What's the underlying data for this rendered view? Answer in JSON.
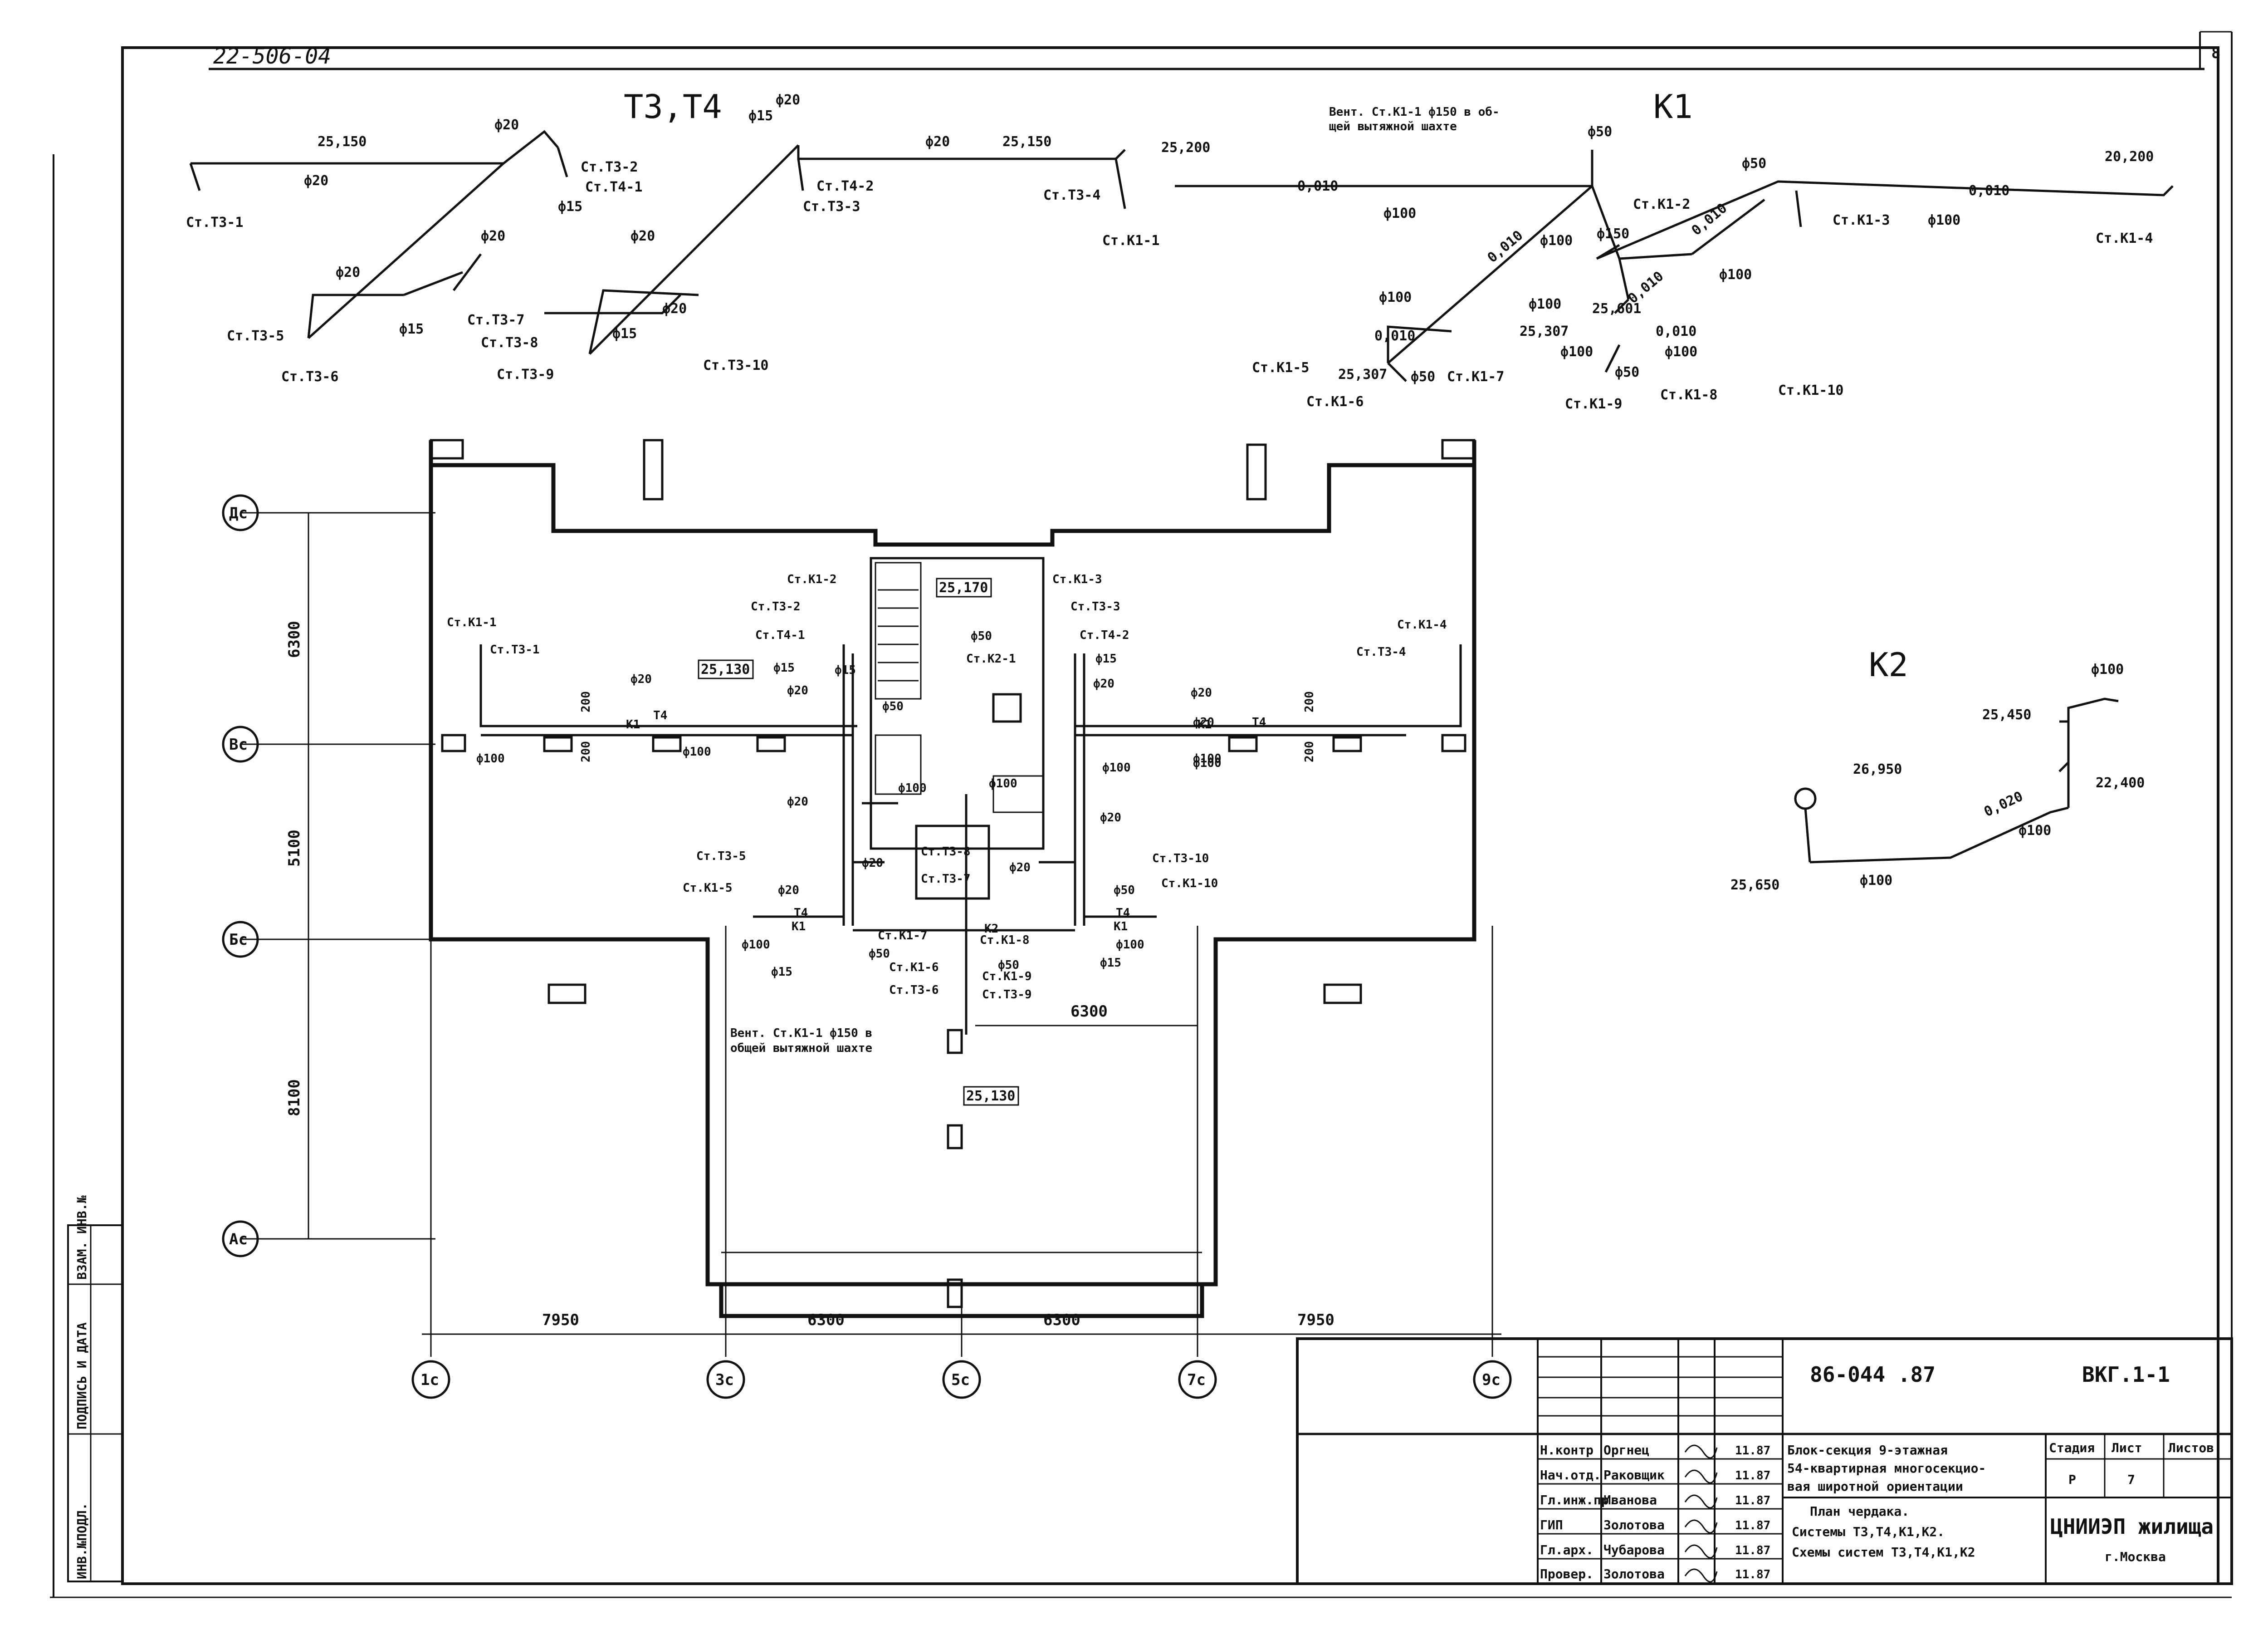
{
  "sheet": {
    "doc_code": "22-506-04",
    "sheet_no": "8",
    "side_stamp": [
      "ИНВ.№ПОДЛ.",
      "ПОДПИСЬ И ДАТА",
      "ВЗАМ. ИНВ.№"
    ]
  },
  "schemes": {
    "t3t4_title": "Т3,Т4",
    "k1_title": "К1",
    "k2_title": "К2",
    "t3t4_labels": [
      "25,150",
      "ф20",
      "Ст.Т3-1",
      "ф20",
      "Ст.Т3-2",
      "Ст.Т4-1",
      "ф15",
      "ф20",
      "ф15",
      "Ст.Т4-2",
      "Ст.Т3-3",
      "ф20",
      "25,150",
      "Ст.Т3-4",
      "ф20",
      "ф20",
      "ф20",
      "Ст.Т3-5",
      "Ст.Т3-6",
      "ф15",
      "Ст.Т3-7",
      "Ст.Т3-8",
      "ф15",
      "ф20",
      "Ст.Т3-9",
      "Ст.Т3-10"
    ],
    "k1_note": [
      "Вент. Ст.К1-1 ф150 в об-",
      "щей вытяжной шахте"
    ],
    "k1_labels": [
      "25,200",
      "Ст.К1-1",
      "0,010",
      "ф100",
      "ф50",
      "Ст.К1-2",
      "ф150",
      "ф100",
      "0,010",
      "ф50",
      "0,010",
      "0,010",
      "ф100",
      "Ст.К1-3",
      "ф100",
      "0,010",
      "20,200",
      "Ст.К1-4",
      "ф100",
      "ф100",
      "0,010",
      "25,601",
      "Ст.К1-5",
      "25,307",
      "Ст.К1-6",
      "ф50",
      "Ст.К1-7",
      "25,307",
      "0,010",
      "ф50",
      "Ст.К1-8",
      "ф100",
      "ф100",
      "Ст.К1-9",
      "Ст.К1-10"
    ],
    "k2_labels": [
      "ф100",
      "25,450",
      "26,950",
      "0,020",
      "22,400",
      "ф100",
      "25,650",
      "ф100"
    ]
  },
  "plan": {
    "axes_rows": [
      "Дс",
      "Вс",
      "Бс",
      "Ас"
    ],
    "axes_cols": [
      "1с",
      "3с",
      "5с",
      "7с",
      "9с"
    ],
    "dims_vertical": [
      "6300",
      "5100",
      "8100"
    ],
    "dims_horizontal": [
      "7950",
      "6300",
      "6300",
      "7950"
    ],
    "dim_inner": "6300",
    "elev_marks": [
      "25,170",
      "25,130",
      "25,130"
    ],
    "riser_labels": [
      "Ст.К1-1",
      "Ст.Т3-1",
      "Ст.К1-2",
      "Ст.Т3-2",
      "Ст.Т4-1",
      "Ст.К1-3",
      "Ст.Т3-3",
      "Ст.Т4-2",
      "Ст.К2-1",
      "Ст.К1-4",
      "Ст.Т3-4",
      "Ст.Т3-5",
      "Ст.К1-5",
      "Ст.Т3-6",
      "Ст.Т3-7",
      "Ст.Т3-8",
      "Ст.К1-7",
      "Ст.К1-6",
      "Ст.К1-8",
      "Ст.К1-9",
      "Ст.Т3-9",
      "Ст.Т3-10",
      "Ст.К1-10"
    ],
    "pipe_labels": [
      "ф20",
      "ф15",
      "ф20",
      "ф50",
      "ф50",
      "ф15",
      "ф20",
      "ф20",
      "ф100",
      "ф100",
      "ф100",
      "ф100",
      "ф100",
      "ф20",
      "ф20",
      "ф20",
      "ф20",
      "ф20",
      "ф100",
      "ф50",
      "ф15",
      "ф50",
      "ф15",
      "ф100",
      "ф100",
      "ф100",
      "ф50",
      "ф15",
      "ф20"
    ],
    "line_codes": [
      "К1",
      "Т4",
      "К1",
      "Т4",
      "К1",
      "Т4",
      "К1",
      "Т4",
      "К2"
    ],
    "small_dims": [
      "200",
      "200",
      "200",
      "200"
    ],
    "vent_note": [
      "Вент. Ст.К1-1 ф150 в",
      "общей вытяжной шахте"
    ]
  },
  "title_block": {
    "project_no": "86-044 .87",
    "sheet_code": "ВКГ.1-1",
    "roles": [
      "Н.контр",
      "Нач.отд.",
      "Гл.инж.пр.",
      "ГИП",
      "Гл.арх.",
      "Провер."
    ],
    "names": [
      "Оргнец",
      "Раковщик",
      "Иванова",
      "Золотова",
      "Чубарова",
      "Золотова"
    ],
    "dates": [
      "11.87",
      "11.87",
      "11.87",
      "11.87",
      "11.87",
      "11.87"
    ],
    "project_title": [
      "Блок-секция 9-этажная",
      "54-квартирная многосекцио-",
      "вая широтной ориентации"
    ],
    "drawing_title": [
      "План чердака.",
      "Системы Т3,Т4,К1,К2.",
      "Схемы систем Т3,Т4,К1,К2"
    ],
    "stage_header": "Стадия",
    "sheet_header": "Лист",
    "sheets_header": "Листов",
    "stage_value": "Р",
    "sheet_value": "7",
    "org": [
      "ЦНИИЭП жилища",
      "г.Москва"
    ]
  }
}
